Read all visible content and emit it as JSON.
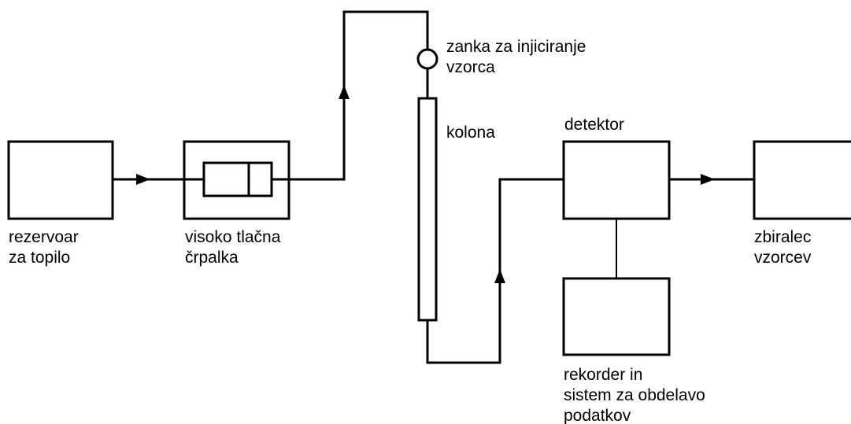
{
  "labels": {
    "reservoir": [
      "rezervoar",
      "za topilo"
    ],
    "pump": [
      "visoko tlačna",
      "črpalka"
    ],
    "injection_loop": [
      "zanka za injiciranje",
      "vzorca"
    ],
    "column": [
      "kolona"
    ],
    "detector": [
      "detektor"
    ],
    "collector": [
      "zbiralec",
      "vzorcev"
    ],
    "recorder": [
      "rekorder in",
      "sistem za obdelavo",
      "podatkov"
    ]
  }
}
